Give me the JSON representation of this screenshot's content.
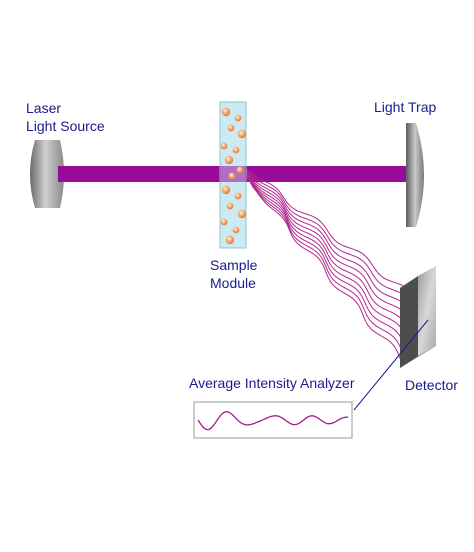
{
  "labels": {
    "laser_line1": "Laser",
    "laser_line2": "Light Source",
    "light_trap": "Light Trap",
    "sample_line1": "Sample",
    "sample_line2": "Module",
    "detector": "Detector",
    "analyzer": "Average Intensity Analyzer"
  },
  "colors": {
    "beam": "#9a0a98",
    "wave": "#b1288f",
    "label_text": "#1a1a8c",
    "particle": "#f4a46a",
    "tube": "#cbeaf1",
    "pointer_line": "#1a1a8c"
  },
  "icons": [
    "laser-lens-icon",
    "light-trap-icon",
    "detector-panel-icon",
    "sample-tube-icon"
  ]
}
